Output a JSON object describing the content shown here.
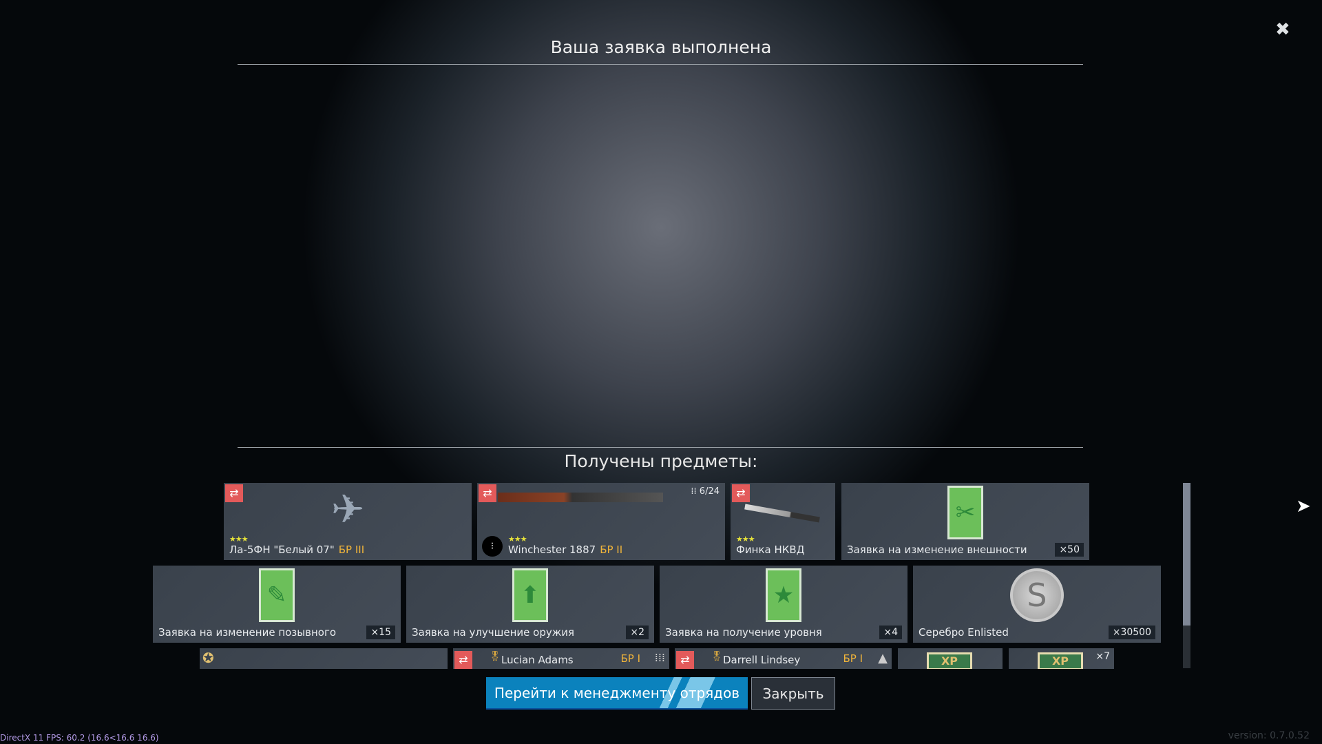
{
  "dialog": {
    "title": "Ваша заявка выполнена",
    "received_heading": "Получены предметы:",
    "close_icon": "close-icon"
  },
  "row1": [
    {
      "name": "Ла-5ФН \"Белый 07\"",
      "br": "БР III",
      "stars": "★★★",
      "icon": "plane-icon"
    },
    {
      "name": "Winchester 1887",
      "br": "БР II",
      "stars": "★★★",
      "ammo": "6/24",
      "icon": "shotgun-icon"
    },
    {
      "name": "Финка НКВД",
      "stars": "★★★",
      "icon": "knife-icon"
    },
    {
      "name": "Заявка на изменение внешности",
      "count": "×50",
      "icon": "scissors-icon"
    }
  ],
  "row2": [
    {
      "name": "Заявка на изменение позывного",
      "count": "×15",
      "icon": "pencil-icon"
    },
    {
      "name": "Заявка на улучшение оружия",
      "count": "×2",
      "icon": "upgrade-arrow-icon"
    },
    {
      "name": "Заявка на получение уровня",
      "count": "×4",
      "icon": "star-icon"
    },
    {
      "name": "Серебро Enlisted",
      "count": "×30500",
      "icon": "silver-coin-icon"
    }
  ],
  "row3": [
    {
      "name": ""
    },
    {
      "name": "Lucian Adams",
      "br": "БР I"
    },
    {
      "name": "Darrell Lindsey",
      "br": "БР I"
    },
    {
      "name": "XP"
    },
    {
      "name": "XP",
      "count": "×7"
    }
  ],
  "buttons": {
    "go": "Перейти к менеджменту отрядов",
    "close": "Закрыть"
  },
  "footer": {
    "fps": "DirectX 11 FPS: 60.2 (16.6<16.6 16.6)",
    "version": "version: 0.7.0.52"
  },
  "colors": {
    "accent": "#0b82bd",
    "br": "#f0b43a",
    "swap": "#e35a5a"
  }
}
